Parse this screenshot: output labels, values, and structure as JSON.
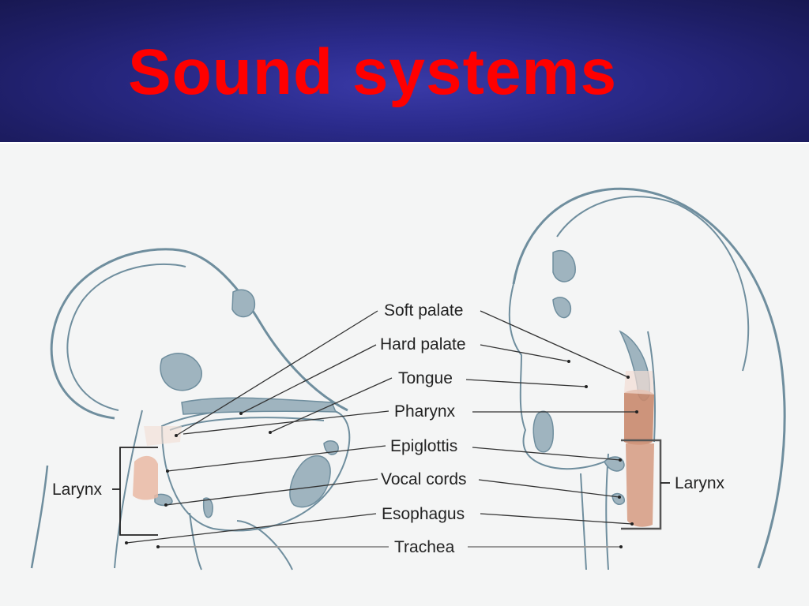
{
  "slide": {
    "title": "Sound systems"
  },
  "diagram": {
    "labels": {
      "soft_palate": "Soft palate",
      "hard_palate": "Hard palate",
      "tongue": "Tongue",
      "pharynx": "Pharynx",
      "epiglottis": "Epiglottis",
      "vocal_cords": "Vocal cords",
      "esophagus": "Esophagus",
      "trachea": "Trachea",
      "larynx_left": "Larynx",
      "larynx_right": "Larynx"
    },
    "colors": {
      "banner": "#2b2b8c",
      "title": "#ff0000",
      "tissue_fill": "#9fb4bf",
      "tissue_stroke": "#6f8e9e",
      "pharynx_highlight": "#c98a6e"
    }
  }
}
